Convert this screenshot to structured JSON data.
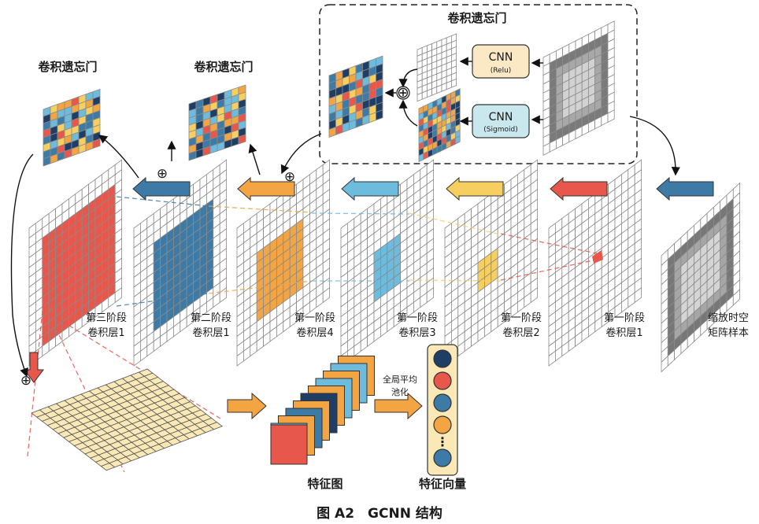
{
  "gate_box_title": "卷积遗忘门",
  "gate_left_title": "卷积遗忘门",
  "gate_mid_title": "卷积遗忘门",
  "cnn_relu": {
    "name": "CNN",
    "act": "(Relu)"
  },
  "cnn_sigmoid": {
    "name": "CNN",
    "act": "(Sigmoid)"
  },
  "layers": [
    {
      "line1": "第三阶段",
      "line2": "卷积层1"
    },
    {
      "line1": "第二阶段",
      "line2": "卷积层1"
    },
    {
      "line1": "第一阶段",
      "line2": "卷积层4"
    },
    {
      "line1": "第一阶段",
      "line2": "卷积层3"
    },
    {
      "line1": "第一阶段",
      "line2": "卷积层2"
    },
    {
      "line1": "第一阶段",
      "line2": "卷积层1"
    }
  ],
  "input_label": {
    "line1": "缩放时空",
    "line2": "矩阵样本"
  },
  "pool_label": {
    "line1": "全局平均",
    "line2": "池化"
  },
  "feature_map_label": "特征图",
  "feature_vector_label": "特征向量",
  "vector_dots": "⋮",
  "plus_symbol": "⊕",
  "caption": "图 A2　GCNN 结构",
  "colors": {
    "red": "#e8574b",
    "blue": "#3d7aa5",
    "orange": "#f3a443",
    "lightblue": "#6dbbdd",
    "yellow": "#f7cf60",
    "navy": "#1e3e66",
    "cream": "#fae8b6",
    "cnn_relu_fill": "#fbe8c4",
    "cnn_sigmoid_fill": "#c9e8ee"
  }
}
